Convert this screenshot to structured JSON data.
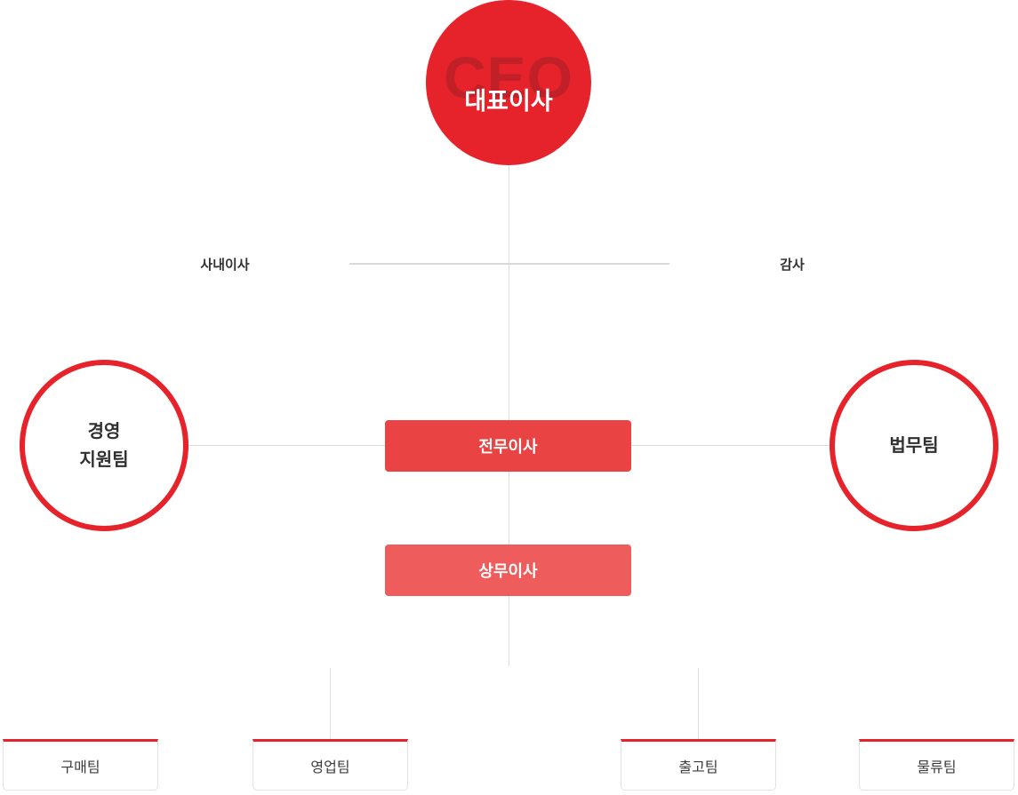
{
  "colors": {
    "primary_red": "#e6232b",
    "ceo_watermark_red": "#c22028",
    "executive_box_red": "#e94343",
    "managing_box_red": "#ee5c5c",
    "line_gray": "#dedede",
    "box_border_gray": "#e3e3e3",
    "text_dark": "#333333"
  },
  "ceo": {
    "watermark": "CEO",
    "label": "대표이사"
  },
  "board": {
    "left_label": "사내이사",
    "right_label": "감사"
  },
  "side_teams": {
    "left": "경영\n지원팀",
    "right": "법무팀"
  },
  "executives": [
    {
      "label": "전무이사"
    },
    {
      "label": "상무이사"
    }
  ],
  "teams": [
    {
      "label": "구매팀"
    },
    {
      "label": "영업팀"
    },
    {
      "label": "출고팀"
    },
    {
      "label": "물류팀"
    }
  ]
}
